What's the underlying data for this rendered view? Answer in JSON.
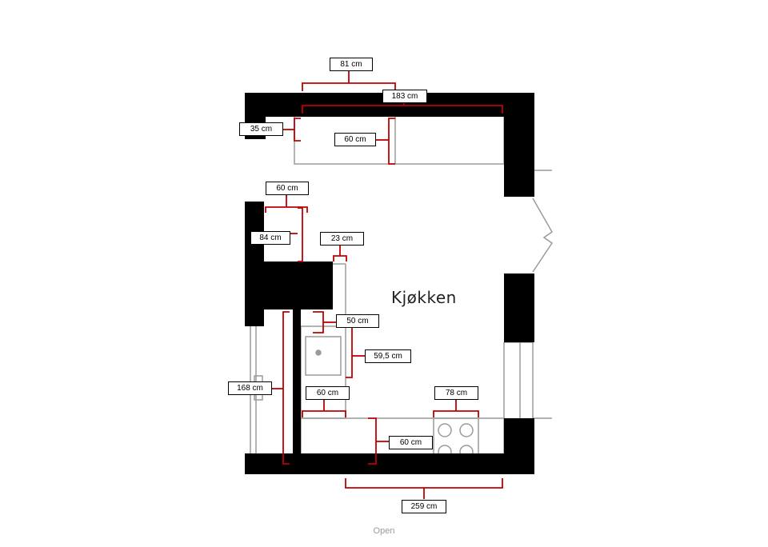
{
  "plan": {
    "room_name": "Kjøkken",
    "dimension_color": "#c00000",
    "wall_color": "#000000",
    "dimensions": {
      "top_span": "81 cm",
      "top_full": "183 cm",
      "top_depth_small": "35 cm",
      "top_depth_cabinet": "60 cm",
      "left_width": "60 cm",
      "left_depth": "84 cm",
      "post_width": "23 cm",
      "sink_top": "50 cm",
      "sink_depth": "59,5 cm",
      "left_wall_length": "168 cm",
      "bottom_cabinet_width": "60 cm",
      "bottom_cabinet_depth": "60 cm",
      "stove_width": "78 cm",
      "bottom_total": "259 cm"
    }
  },
  "footer": {
    "open_label": "Open"
  }
}
